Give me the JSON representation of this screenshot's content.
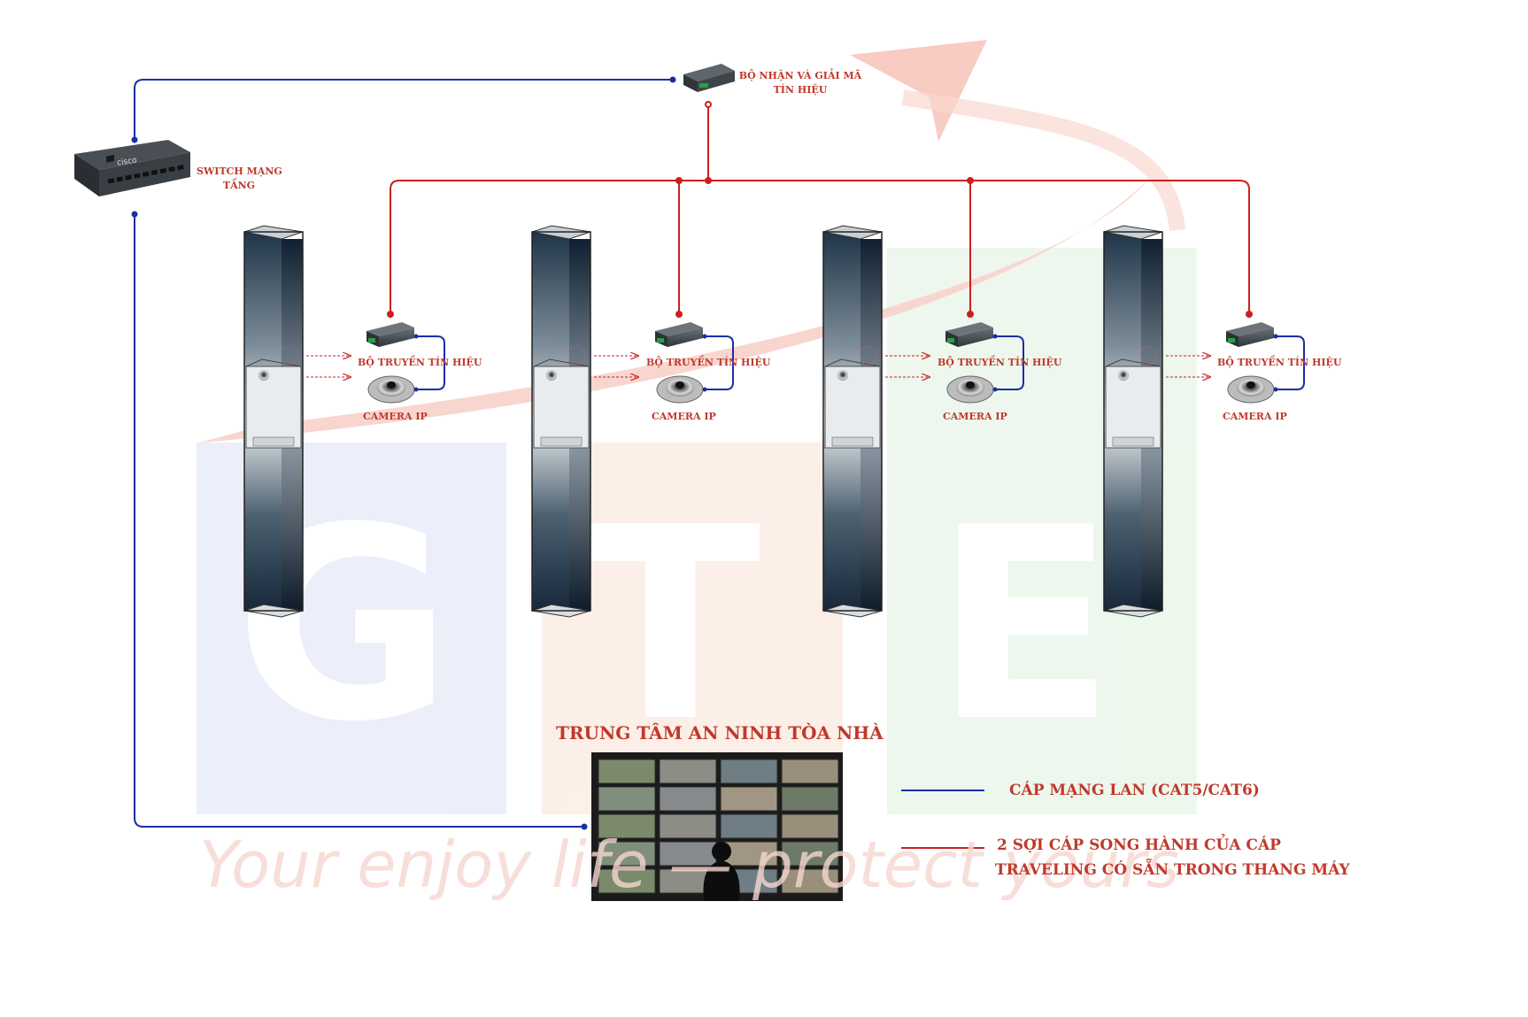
{
  "watermark": {
    "letters": [
      "G",
      "T",
      "E"
    ],
    "slogan": "Your enjoy life — protect yours"
  },
  "switch": {
    "label_line1": "SWITCH MẠNG",
    "label_line2": "TẦNG",
    "brand": "cisco"
  },
  "receiver": {
    "label_line1": "BỘ NHẬN VÀ GIẢI MÃ",
    "label_line2": "TÍN HIỆU"
  },
  "elevators": [
    {
      "transmitter_label": "BỘ TRUYỀN TÍN HIỆU",
      "camera_label": "CAMERA IP"
    },
    {
      "transmitter_label": "BỘ TRUYỀN TÍN HIỆU",
      "camera_label": "CAMERA IP"
    },
    {
      "transmitter_label": "BỘ TRUYỀN TÍN HIỆU",
      "camera_label": "CAMERA IP"
    },
    {
      "transmitter_label": "BỘ TRUYỀN TÍN HIỆU",
      "camera_label": "CAMERA IP"
    }
  ],
  "control_center": {
    "title": "TRUNG TÂM AN NINH TÒA NHÀ"
  },
  "legend": {
    "lan": {
      "label": "CÁP MẠNG LAN (CAT5/CAT6)",
      "color": "#1a2ea8"
    },
    "traveling": {
      "label_line1": "2 SỢI CÁP SONG HÀNH CỦA CÁP",
      "label_line2": "TRAVELING CÓ SẴN TRONG THANG MÁY",
      "color": "#cc1f1f"
    }
  },
  "colors": {
    "lan_cable": "#1a2ea8",
    "traveling_cable": "#cc1f1f",
    "label_text": "#c0392b"
  }
}
